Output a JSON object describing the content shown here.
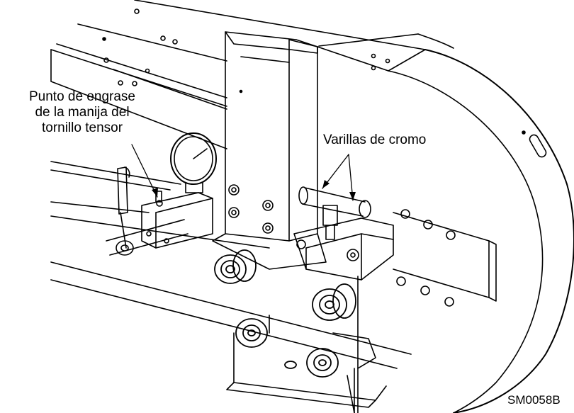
{
  "labels": {
    "grease_point": {
      "line1": "Punto de engrase",
      "line2": "de la manija del",
      "line3": "tornillo tensor"
    },
    "chrome_rods": "Varillas de cromo"
  },
  "figure_code": "SM0058B",
  "colors": {
    "line": "#000000",
    "background": "#ffffff",
    "shade": "#e6e6e6"
  }
}
